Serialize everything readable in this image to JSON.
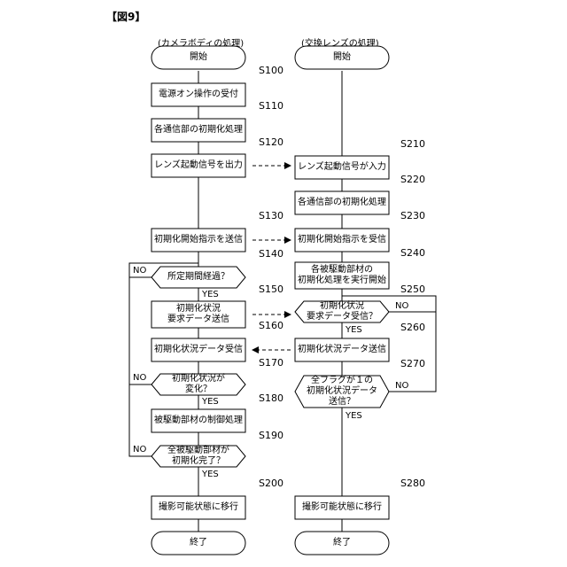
{
  "figure_label": "【図9】",
  "camera_column_title": "(カメラボディの処理)",
  "lens_column_title": "(交換レンズの処理)",
  "camera": {
    "start": "開始",
    "s100": {
      "id": "S100",
      "text": "電源オン操作の受付"
    },
    "s110": {
      "id": "S110",
      "text": "各通信部の初期化処理"
    },
    "s120": {
      "id": "S120",
      "text": "レンズ起動信号を出力"
    },
    "s130": {
      "id": "S130",
      "text": "初期化開始指示を送信"
    },
    "s140": {
      "id": "S140",
      "text": "所定期間経過？"
    },
    "s150": {
      "id": "S150",
      "line1": "初期化状況",
      "line2": "要求データ送信"
    },
    "s160": {
      "id": "S160",
      "text": "初期化状況データ受信"
    },
    "s170": {
      "id": "S170",
      "line1": "初期化状況が",
      "line2": "変化？"
    },
    "s180": {
      "id": "S180",
      "text": "被駆動部材の制御処理"
    },
    "s190": {
      "id": "S190",
      "line1": "全被駆動部材が",
      "line2": "初期化完了？"
    },
    "s200": {
      "id": "S200",
      "text": "撮影可能状態に移行"
    },
    "end": "終了"
  },
  "lens": {
    "start": "開始",
    "s210": {
      "id": "S210",
      "text": "レンズ起動信号が入力"
    },
    "s220": {
      "id": "S220",
      "text": "各通信部の初期化処理"
    },
    "s230": {
      "id": "S230",
      "text": "初期化開始指示を受信"
    },
    "s240": {
      "id": "S240",
      "line1": "各被駆動部材の",
      "line2": "初期化処理を実行開始"
    },
    "s250": {
      "id": "S250",
      "line1": "初期化状況",
      "line2": "要求データ受信？"
    },
    "s260": {
      "id": "S260",
      "text": "初期化状況データ送信"
    },
    "s270": {
      "id": "S270",
      "line1": "全フラグが１の",
      "line2": "初期化状況データ",
      "line3": "送信？"
    },
    "s280": {
      "id": "S280",
      "text": "撮影可能状態に移行"
    },
    "end": "終了"
  },
  "yes_label": "YES",
  "no_label": "NO"
}
